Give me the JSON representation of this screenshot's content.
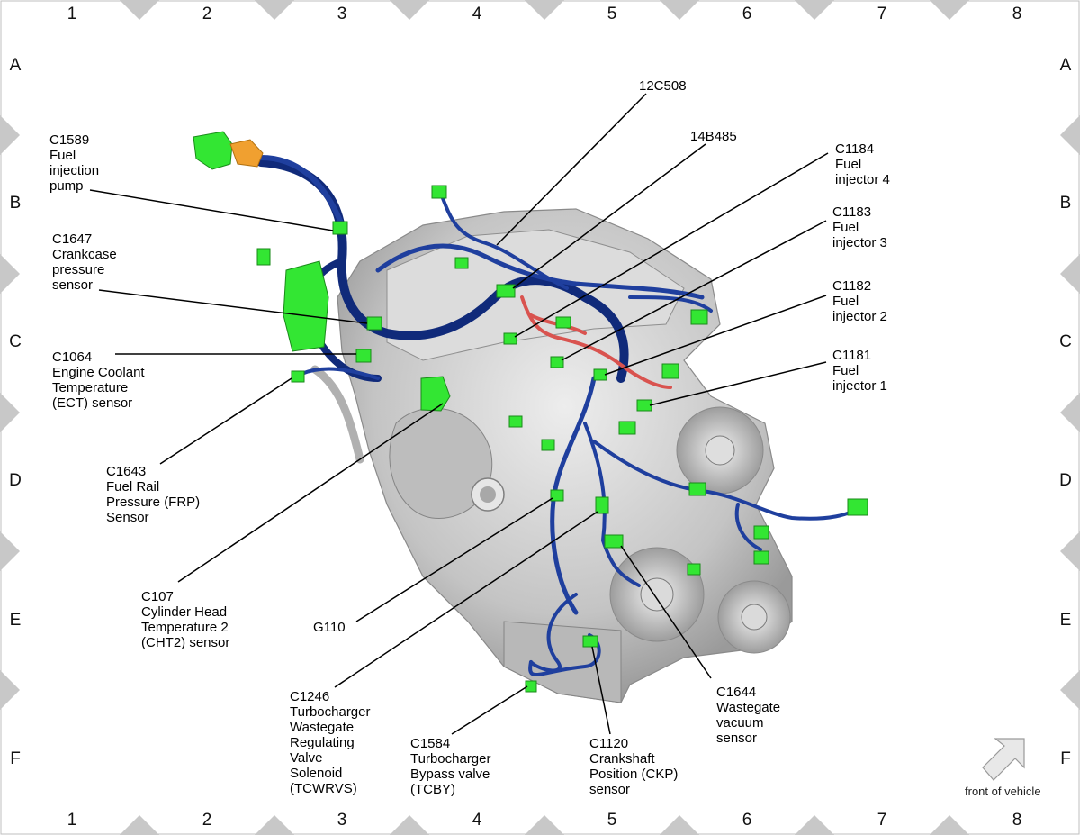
{
  "grid": {
    "columns": [
      "1",
      "2",
      "3",
      "4",
      "5",
      "6",
      "7",
      "8"
    ],
    "rows": [
      "A",
      "B",
      "C",
      "D",
      "E",
      "F"
    ]
  },
  "labels": {
    "c1589": [
      "C1589",
      "Fuel",
      "injection",
      "pump"
    ],
    "c1647": [
      "C1647",
      "Crankcase",
      "pressure",
      "sensor"
    ],
    "c1064": [
      "C1064",
      "Engine Coolant",
      "Temperature",
      "(ECT) sensor"
    ],
    "c1643": [
      "C1643",
      "Fuel Rail",
      "Pressure (FRP)",
      "Sensor"
    ],
    "c107": [
      "C107",
      "Cylinder Head",
      "Temperature 2",
      "(CHT2) sensor"
    ],
    "g110": [
      "G110"
    ],
    "c1246": [
      "C1246",
      "Turbocharger",
      "Wastegate",
      "Regulating",
      "Valve",
      "Solenoid",
      "(TCWRVS)"
    ],
    "c1584": [
      "C1584",
      "Turbocharger",
      "Bypass valve",
      "(TCBY)"
    ],
    "c1120": [
      "C1120",
      "Crankshaft",
      "Position (CKP)",
      "sensor"
    ],
    "c1644": [
      "C1644",
      "Wastegate",
      "vacuum",
      "sensor"
    ],
    "c1181": [
      "C1181",
      "Fuel",
      "injector 1"
    ],
    "c1182": [
      "C1182",
      "Fuel",
      "injector 2"
    ],
    "c1183": [
      "C1183",
      "Fuel",
      "injector 3"
    ],
    "c1184": [
      "C1184",
      "Fuel",
      "injector 4"
    ],
    "p14b485": [
      "14B485"
    ],
    "p12c508": [
      "12C508"
    ]
  },
  "front_of_vehicle": "front of vehicle",
  "colors": {
    "harness": "#1f3f9e",
    "harness_dark": "#102a7a",
    "connector": "#33e633",
    "injector_harness": "#d9534f",
    "engine": "#c8c8c8",
    "grid_marker": "#c8c8c8"
  }
}
